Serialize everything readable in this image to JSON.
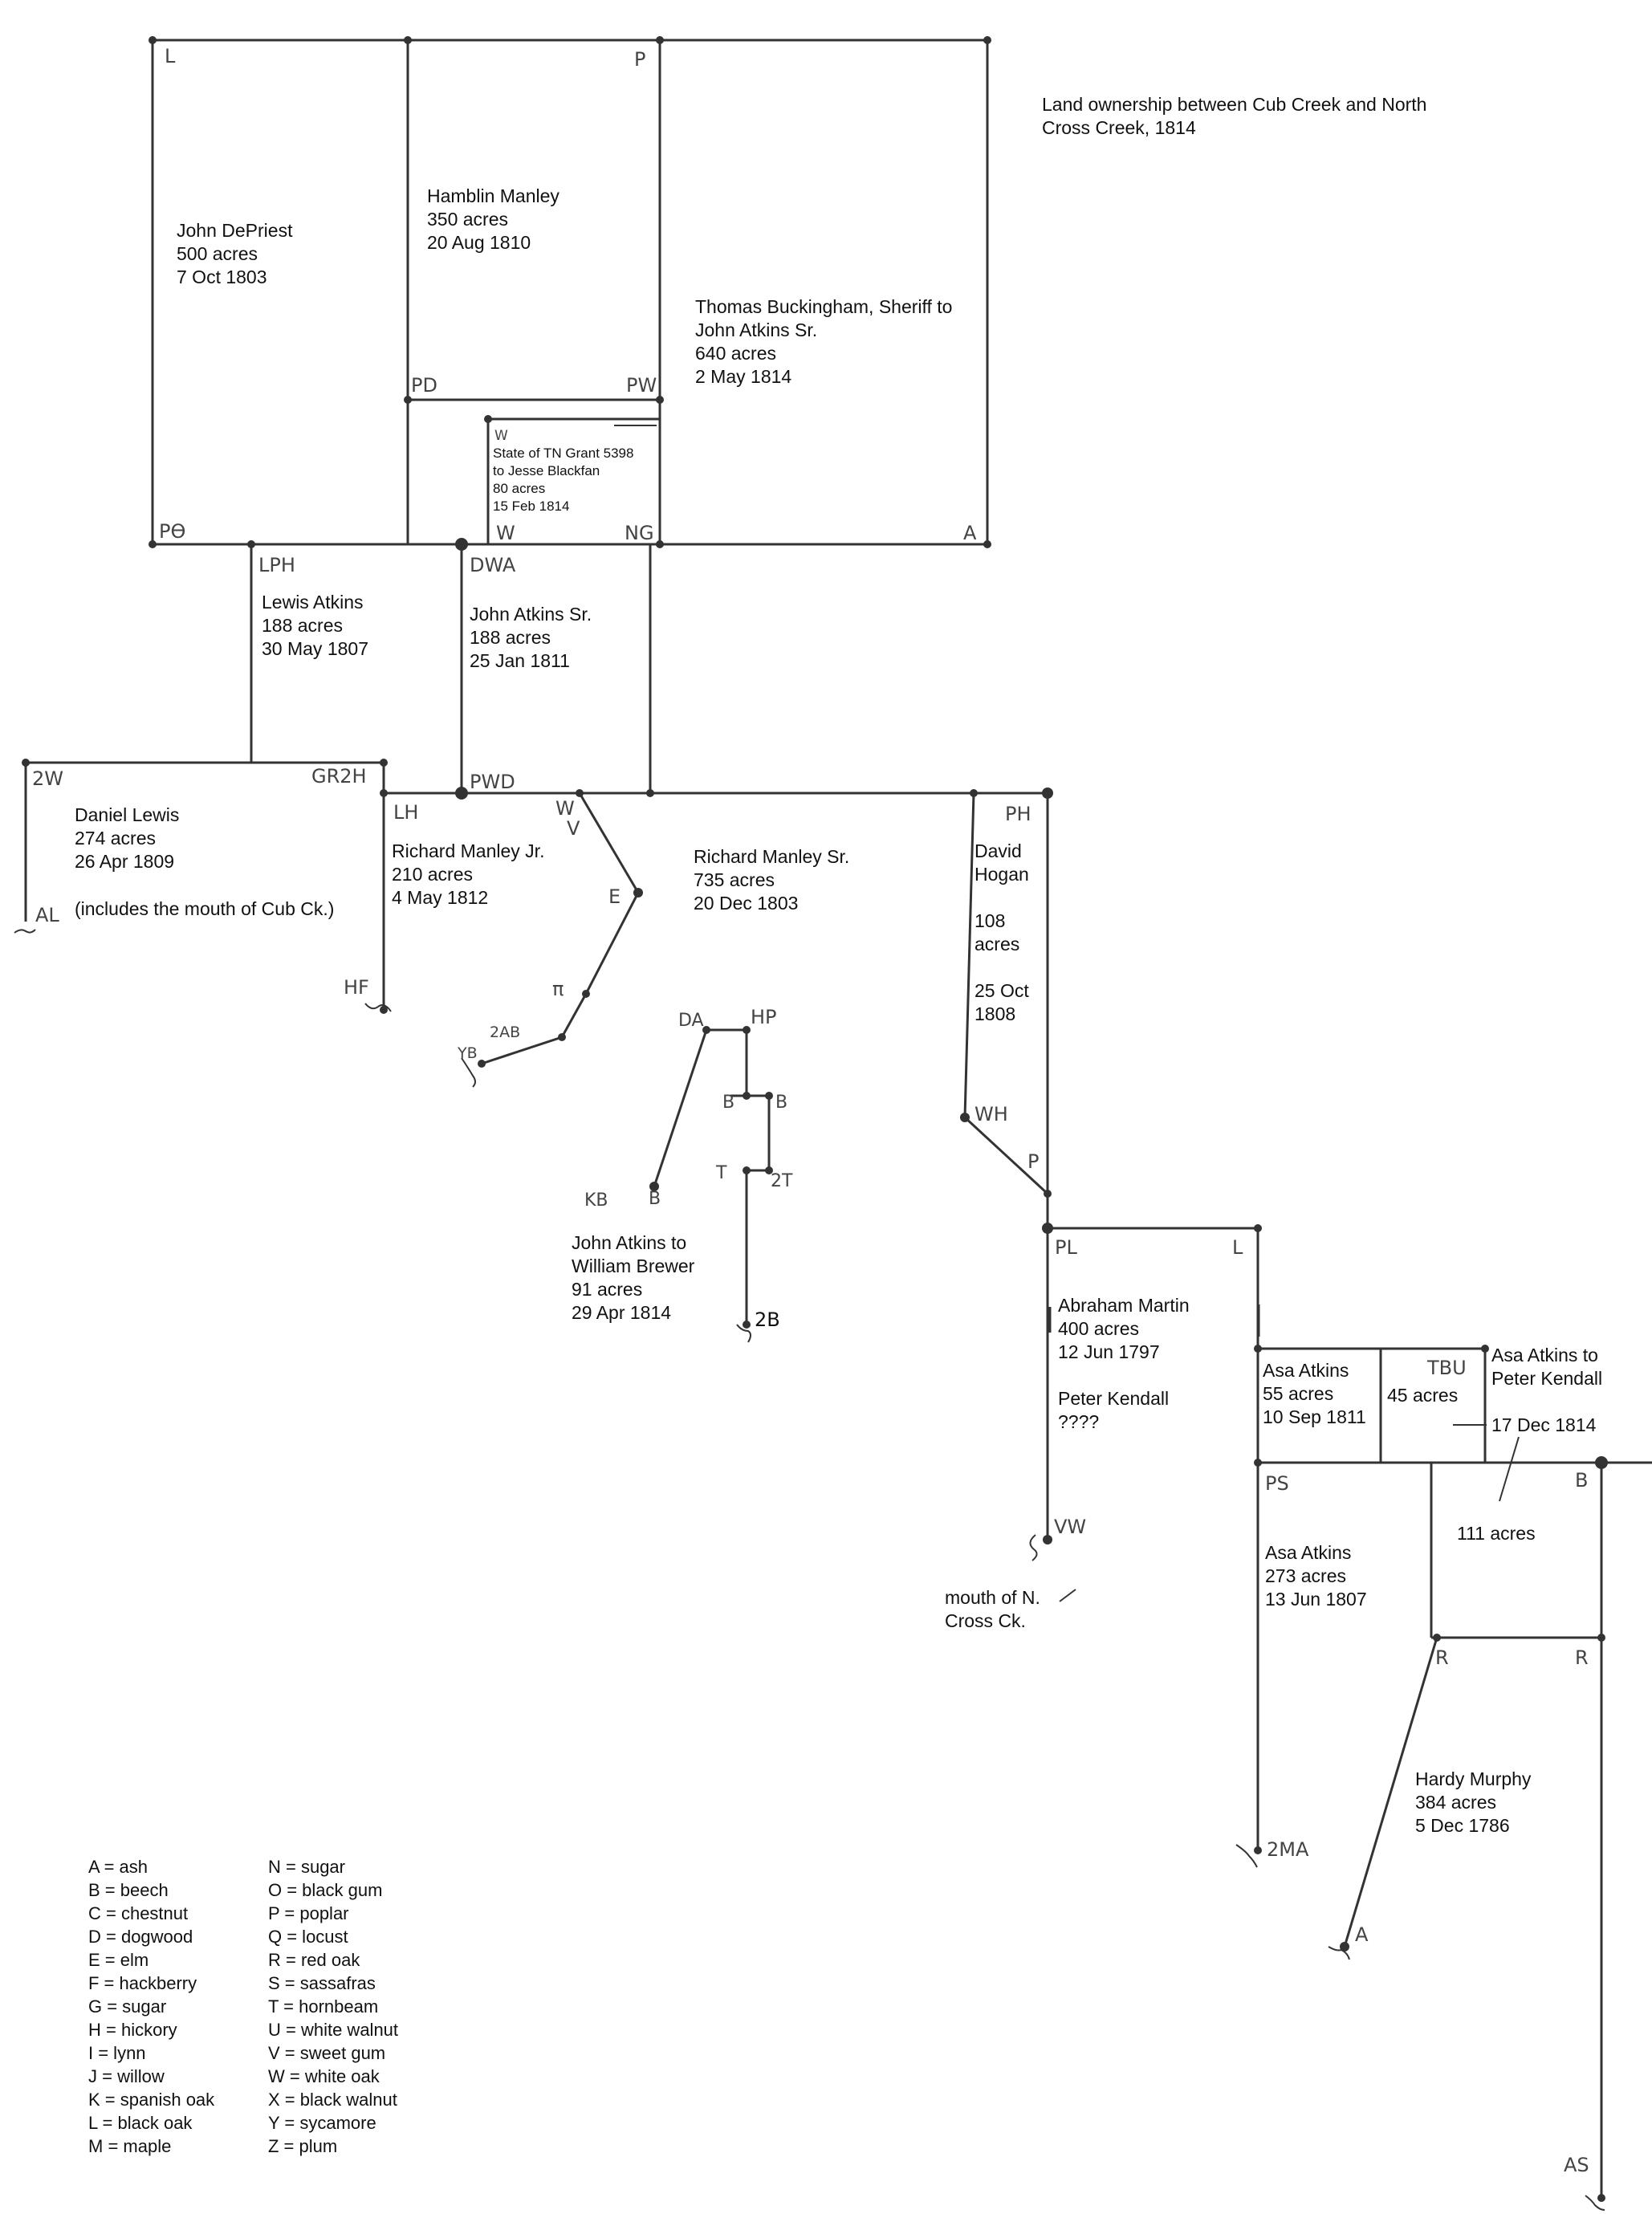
{
  "title_lines": [
    "Land ownership between Cub Creek and North",
    "Cross Creek, 1814"
  ],
  "parcels": {
    "depriest": [
      "John DePriest",
      "500 acres",
      "7 Oct 1803"
    ],
    "hamblin": [
      "Hamblin Manley",
      "350 acres",
      "20 Aug 1810"
    ],
    "buckingham": [
      "Thomas Buckingham, Sheriff to",
      "John Atkins Sr.",
      "640 acres",
      "2 May 1814"
    ],
    "blackfan": [
      "State of TN Grant 5398",
      "to Jesse Blackfan",
      "80 acres",
      "15 Feb 1814"
    ],
    "lewis_atkins": [
      "Lewis Atkins",
      "188 acres",
      "30 May 1807"
    ],
    "john_atkins_sr": [
      "John Atkins Sr.",
      "188 acres",
      "25 Jan 1811"
    ],
    "daniel_lewis": [
      "Daniel Lewis",
      "274 acres",
      "26 Apr 1809"
    ],
    "cub_mouth_note": "(includes the mouth of Cub Ck.)",
    "richard_jr": [
      "Richard Manley Jr.",
      "210 acres",
      "4 May 1812"
    ],
    "richard_sr": [
      "Richard Manley Sr.",
      "735 acres",
      "20 Dec 1803"
    ],
    "hogan": [
      "David",
      "Hogan",
      "",
      "108",
      "acres",
      "",
      "25 Oct",
      "1808"
    ],
    "brewer": [
      "John Atkins to",
      "William Brewer",
      "91 acres",
      "29 Apr 1814"
    ],
    "abraham": [
      "Abraham Martin",
      "400 acres",
      "12 Jun 1797",
      "",
      "Peter Kendall",
      "????"
    ],
    "asa55": [
      "Asa Atkins",
      "55 acres",
      "10 Sep 1811"
    ],
    "acres45": "45 acres",
    "kendall": [
      "Asa Atkins to",
      "Peter Kendall"
    ],
    "kendall_date": "17 Dec 1814",
    "acres111": "111 acres",
    "asa273": [
      "Asa Atkins",
      "273 acres",
      "13 Jun 1807"
    ],
    "murphy": [
      "Hardy Murphy",
      "384 acres",
      "5 Dec 1786"
    ],
    "mouth_north_cross": [
      "mouth of N.",
      "Cross Ck."
    ]
  },
  "corners": {
    "L": "L",
    "P": "P",
    "PD": "PD",
    "PW": "PW",
    "W1": "W",
    "W2": "W",
    "NG": "NG",
    "PO": "PƟ",
    "A": "A",
    "LPH": "LPH",
    "DWA": "DWA",
    "2W": "2W",
    "GR2H": "GR2H",
    "PWD": "PWD",
    "LH": "LH",
    "WV1": "W",
    "WV2": "V",
    "E": "E",
    "PI": "π",
    "2AB": "2AB",
    "YB": "YB",
    "HF": "HF",
    "AL": "AL",
    "DA": "DA",
    "HP": "HP",
    "B1": "B",
    "B2": "B",
    "T": "T",
    "2T": "2T",
    "KB": "KB",
    "B3": "B",
    "2B": "2B",
    "PH": "PH",
    "WH": "WH",
    "P2": "P",
    "PL": "PL",
    "L2": "L",
    "TBU": "TBU",
    "PS": "PS",
    "B4": "B",
    "VW": "VW",
    "R1": "R",
    "R2": "R",
    "2MA": "2MA",
    "A2": "A",
    "AS": "AS"
  },
  "legend_left": [
    "A = ash",
    "B = beech",
    "C = chestnut",
    "D = dogwood",
    "E = elm",
    "F = hackberry",
    "G = sugar",
    "H = hickory",
    "I = lynn",
    "J = willow",
    "K = spanish oak",
    "L = black oak",
    "M = maple"
  ],
  "legend_right": [
    "N = sugar",
    "O = black gum",
    "P = poplar",
    "Q = locust",
    "R = red oak",
    "S = sassafras",
    "T = hornbeam",
    "U = white walnut",
    "V = sweet gum",
    "W = white oak",
    "X = black walnut",
    "Y = sycamore",
    "Z = plum"
  ]
}
